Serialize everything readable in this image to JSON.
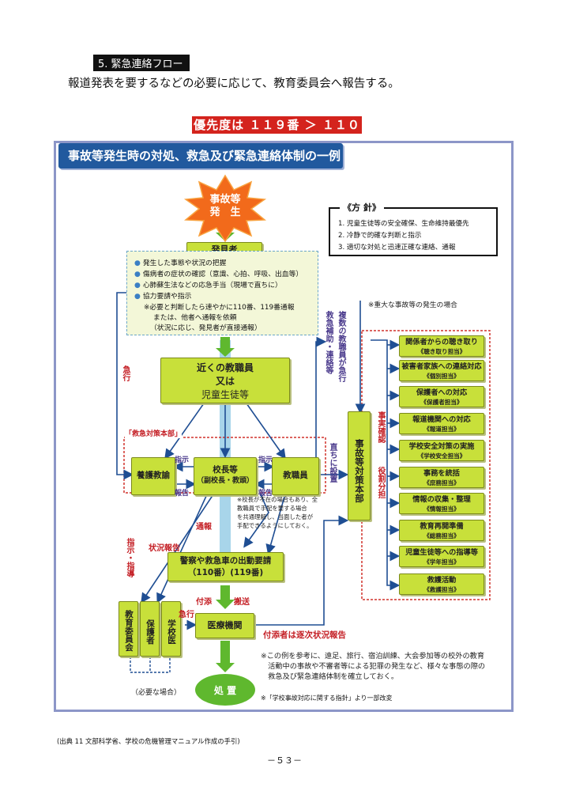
{
  "section_heading": "5. 緊急連絡フロー",
  "intro_text": "報道発表を要するなどの必要に応じて、教育委員会へ報告する。",
  "priority_banner": "優先度は １１９番 ＞ １１０番",
  "diagram_title": "事故等発生時の対処、救急及び緊急連絡体制の一例",
  "incident_burst": {
    "line1": "事故等",
    "line2": "発　生"
  },
  "policy": {
    "title": "《方 針》",
    "items": [
      "1. 児童生徒等の安全確保、生命維持最優先",
      "2. 冷静で的確な判断と指示",
      "3. 適切な対処と迅速正確な連絡、通報"
    ]
  },
  "discoverer_label": "発見者",
  "discoverer_actions": [
    "発生した事態や状況の把握",
    "傷病者の症状の確認（意識、心拍、呼吸、出血等）",
    "心肺蘇生法などの応急手当（現場で直ちに）",
    "協力要請や指示"
  ],
  "discoverer_note": [
    "※必要と判断したら速やかに110番、119番通報",
    "または、他者へ通報を依頼",
    "（状況に応じ、発見者が直接通報）"
  ],
  "nearby_staff": {
    "line1": "近くの教職員",
    "line2": "又は",
    "line3": "児童生徒等"
  },
  "label_kyuko": "急行",
  "label_kyukyu_hojo": "救急補助・連絡等",
  "label_fukusu": "複数の教職員が急行",
  "serious_case_note": "※重大な事故等の発生の場合",
  "emergency_hq_label": "「救急対策本部」",
  "nurse_teacher": "養護教諭",
  "principal": {
    "line1": "校長等",
    "line2": "（副校長・教頭）"
  },
  "staff": "教職員",
  "label_shiji": "指示",
  "label_hokoku": "報告",
  "label_tadachini": "直ちに設置",
  "incident_hq": "事故等対策本部",
  "label_jijitsu": "事実確認",
  "label_yakuwari": "役割分担",
  "tasks": [
    {
      "name": "関係者からの聴き取り",
      "role": "《聴き取り担当》"
    },
    {
      "name": "被害者家族への連絡対応",
      "role": "《個別担当》"
    },
    {
      "name": "保護者への対応",
      "role": "《保護者担当》"
    },
    {
      "name": "報道機関への対応",
      "role": "《報道担当》"
    },
    {
      "name": "学校安全対策の実施",
      "role": "《学校安全担当》"
    },
    {
      "name": "事務を統括",
      "role": "《庶務担当》"
    },
    {
      "name": "情報の収集・整理",
      "role": "《情報担当》"
    },
    {
      "name": "教育再開準備",
      "role": "《総務担当》"
    },
    {
      "name": "児童生徒等への指導等",
      "role": "《学年担当》"
    },
    {
      "name": "救護活動",
      "role": "《救護担当》"
    }
  ],
  "principal_absent_note": [
    "※校長が不在の場合もあり、全",
    "教職員で手配を要する場合",
    "を共通理解し、当面した者が",
    "手配できるようにしておく。"
  ],
  "label_tsuho": "通報",
  "label_shiji_shido": "指示・指導",
  "label_jokyo_hokoku": "状況報告",
  "police_ambulance": {
    "line1": "警察や救急車の出動要請",
    "line2": "（110番）(119番)"
  },
  "label_tsukisoi": "付添",
  "label_hanso": "搬送",
  "board_of_education": "教育委員会",
  "guardians": "保護者",
  "school_doctor": "学校医",
  "medical_institution": "医療機関",
  "attendant_report": "付添者は逐次状況報告",
  "if_necessary": "（必要な場合）",
  "outcome": "処 置",
  "footnote_main": [
    "※この例を参考に、遠足、旅行、宿泊訓練、大会参加等の校外の教育",
    "　活動中の事故や不審者等による犯罪の発生など、様々な事態の際の",
    "　救急及び緊急連絡体制を確立しておく。"
  ],
  "footnote_source_note": "※「学校事故対応に関する指針」より一部改変",
  "source_citation": "(出典 11 文部科学省、学校の危機管理マニュアル作成の手引)",
  "page_number": "－５３－",
  "colors": {
    "box_green": "#c8e03a",
    "arrow_green": "#5fb82e",
    "title_blue": "#21599e",
    "arrow_blue": "#1f4e93",
    "alert_red": "#d4231d",
    "burst_orange": "#f26a1b"
  }
}
